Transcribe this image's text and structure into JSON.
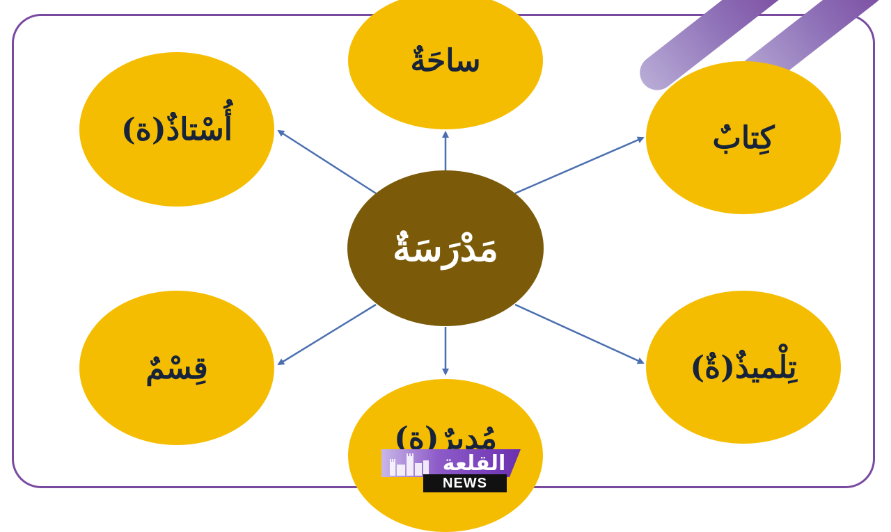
{
  "diagram": {
    "center": "مَدْرَسَةٌ",
    "nodes": {
      "top": "ساحَةٌ",
      "top_left": "أُسْتاذٌ(ة)",
      "top_right": "كِتابٌ",
      "bottom_left": "قِسْمٌ",
      "bottom_right": "تِلْميذٌ(ةٌ)",
      "bottom": "مُدِيرٌ(ة)"
    }
  },
  "watermark": {
    "arabic": "القلعة",
    "latin": "NEWS"
  },
  "colors": {
    "node_fill": "#f5bd02",
    "center_fill": "#7b5b0a",
    "arrow": "#4a6fb0",
    "frame": "#7a4aa0",
    "node_text": "#16233b"
  }
}
